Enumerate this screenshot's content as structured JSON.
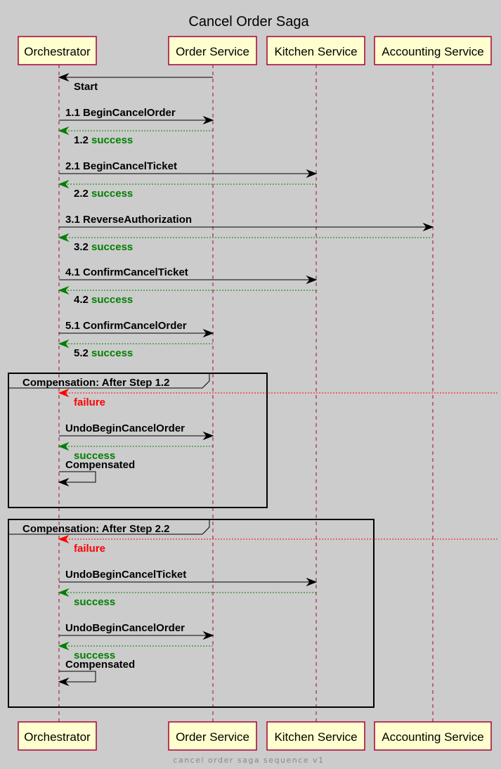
{
  "title": "Cancel Order Saga",
  "footer": "cancel order saga sequence v1",
  "colors": {
    "background": "#cccccc",
    "participant_fill": "#fefece",
    "participant_border": "#a80036",
    "lifeline": "#a80036",
    "message": "#000000",
    "success": "#008000",
    "failure": "#ff0000"
  },
  "participants": [
    {
      "id": "orch",
      "label": "Orchestrator"
    },
    {
      "id": "order",
      "label": "Order Service"
    },
    {
      "id": "kitchen",
      "label": "Kitchen Service"
    },
    {
      "id": "accounting",
      "label": "Accounting Service"
    }
  ],
  "messages": [
    {
      "from": "order",
      "to": "orch",
      "style": "solid",
      "parts": [
        {
          "text": "Start",
          "color": "message"
        }
      ]
    },
    {
      "from": "orch",
      "to": "order",
      "style": "solid",
      "parts": [
        {
          "text": "1.1 BeginCancelOrder",
          "color": "message"
        }
      ]
    },
    {
      "from": "order",
      "to": "orch",
      "style": "dotted",
      "arrow_color": "success",
      "parts": [
        {
          "text": "1.2 ",
          "color": "message"
        },
        {
          "text": "success",
          "color": "success"
        }
      ]
    },
    {
      "from": "orch",
      "to": "kitchen",
      "style": "solid",
      "parts": [
        {
          "text": "2.1 BeginCancelTicket",
          "color": "message"
        }
      ]
    },
    {
      "from": "kitchen",
      "to": "orch",
      "style": "dotted",
      "arrow_color": "success",
      "parts": [
        {
          "text": "2.2 ",
          "color": "message"
        },
        {
          "text": "success",
          "color": "success"
        }
      ]
    },
    {
      "from": "orch",
      "to": "accounting",
      "style": "solid",
      "parts": [
        {
          "text": "3.1 ReverseAuthorization",
          "color": "message"
        }
      ]
    },
    {
      "from": "accounting",
      "to": "orch",
      "style": "dotted",
      "arrow_color": "success",
      "parts": [
        {
          "text": "3.2 ",
          "color": "message"
        },
        {
          "text": "success",
          "color": "success"
        }
      ]
    },
    {
      "from": "orch",
      "to": "kitchen",
      "style": "solid",
      "parts": [
        {
          "text": "4.1 ConfirmCancelTicket",
          "color": "message"
        }
      ]
    },
    {
      "from": "kitchen",
      "to": "orch",
      "style": "dotted",
      "arrow_color": "success",
      "parts": [
        {
          "text": "4.2 ",
          "color": "message"
        },
        {
          "text": "success",
          "color": "success"
        }
      ]
    },
    {
      "from": "orch",
      "to": "order",
      "style": "solid",
      "parts": [
        {
          "text": "5.1 ConfirmCancelOrder",
          "color": "message"
        }
      ]
    },
    {
      "from": "order",
      "to": "orch",
      "style": "dotted",
      "arrow_color": "success",
      "parts": [
        {
          "text": "5.2 ",
          "color": "message"
        },
        {
          "text": "success",
          "color": "success"
        }
      ]
    }
  ],
  "groups": [
    {
      "label": "Compensation: After Step 1.2",
      "messages": [
        {
          "from": "external",
          "to": "orch",
          "style": "dotted",
          "arrow_color": "failure",
          "parts": [
            {
              "text": "failure",
              "color": "failure"
            }
          ]
        },
        {
          "from": "orch",
          "to": "order",
          "style": "solid",
          "parts": [
            {
              "text": "UndoBeginCancelOrder",
              "color": "message"
            }
          ]
        },
        {
          "from": "order",
          "to": "orch",
          "style": "dotted",
          "arrow_color": "success",
          "parts": [
            {
              "text": "success",
              "color": "success"
            }
          ]
        },
        {
          "from": "orch",
          "to": "orch",
          "style": "self",
          "parts": [
            {
              "text": "Compensated",
              "color": "message"
            }
          ]
        }
      ]
    },
    {
      "label": "Compensation: After Step 2.2",
      "messages": [
        {
          "from": "external",
          "to": "orch",
          "style": "dotted",
          "arrow_color": "failure",
          "parts": [
            {
              "text": "failure",
              "color": "failure"
            }
          ]
        },
        {
          "from": "orch",
          "to": "kitchen",
          "style": "solid",
          "parts": [
            {
              "text": "UndoBeginCancelTicket",
              "color": "message"
            }
          ]
        },
        {
          "from": "kitchen",
          "to": "orch",
          "style": "dotted",
          "arrow_color": "success",
          "parts": [
            {
              "text": "success",
              "color": "success"
            }
          ]
        },
        {
          "from": "orch",
          "to": "order",
          "style": "solid",
          "parts": [
            {
              "text": "UndoBeginCancelOrder",
              "color": "message"
            }
          ]
        },
        {
          "from": "order",
          "to": "orch",
          "style": "dotted",
          "arrow_color": "success",
          "parts": [
            {
              "text": "success",
              "color": "success"
            }
          ]
        },
        {
          "from": "orch",
          "to": "orch",
          "style": "self",
          "parts": [
            {
              "text": "Compensated",
              "color": "message"
            }
          ]
        }
      ]
    }
  ]
}
